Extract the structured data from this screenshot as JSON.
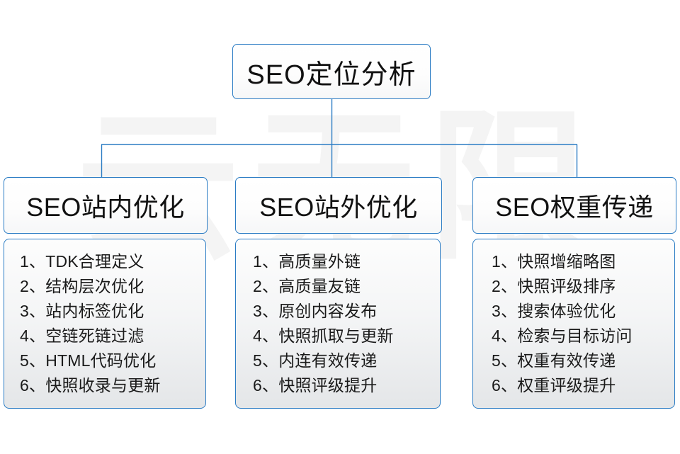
{
  "diagram": {
    "type": "org-chart",
    "watermark_text": "云无限",
    "accent_color": "#2b7cc4",
    "text_color": "#111111",
    "background_color": "#ffffff",
    "root": {
      "label": "SEO定位分析"
    },
    "branches": [
      {
        "title": "SEO站内优化",
        "items": [
          "1、TDK合理定义",
          "2、结构层次优化",
          "3、站内标签优化",
          "4、空链死链过滤",
          "5、HTML代码优化",
          "6、快照收录与更新"
        ]
      },
      {
        "title": "SEO站外优化",
        "items": [
          "1、高质量外链",
          "2、高质量友链",
          "3、原创内容发布",
          "4、快照抓取与更新",
          "5、内连有效传递",
          "6、快照评级提升"
        ]
      },
      {
        "title": "SEO权重传递",
        "items": [
          "1、快照增缩略图",
          "2、快照评级排序",
          "3、搜索体验优化",
          "4、检索与目标访问",
          "5、权重有效传递",
          "6、权重评级提升"
        ]
      }
    ]
  }
}
